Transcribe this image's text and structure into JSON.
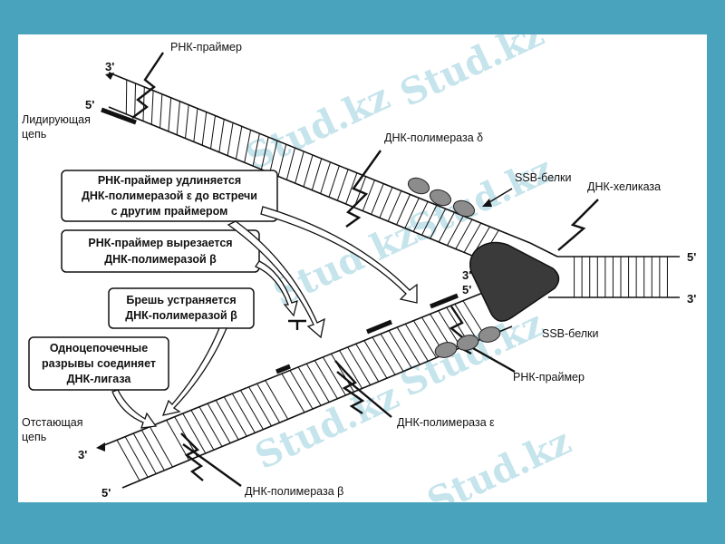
{
  "labels": {
    "rna_primer_top": "РНК-праймер",
    "leading_1": "Лидирующая",
    "leading_2": "цепь",
    "pol_delta": "ДНК-полимераза δ",
    "ssb_top": "SSB-белки",
    "helicase": "ДНК-хеликаза",
    "ssb_bottom": "SSB-белки",
    "rna_primer_bottom": "РНК-праймер",
    "pol_eps": "ДНК-полимераза ε",
    "pol_beta": "ДНК-полимераза β",
    "lagging_1": "Отстающая",
    "lagging_2": "цепь"
  },
  "ends": {
    "top_left_3": "3'",
    "top_left_5": "5'",
    "right_5": "5'",
    "right_3": "3'",
    "fork_3": "3'",
    "fork_5": "5'",
    "bottom_left_3": "3'",
    "bottom_left_5": "5'"
  },
  "callouts": {
    "primer_extended": [
      "РНК-праймер удлиняется",
      "ДНК-полимеразой ε до встречи",
      "с другим праймером"
    ],
    "primer_excised": [
      "РНК-праймер вырезается",
      "ДНК-полимеразой β"
    ],
    "gap_filled": [
      "Брешь устраняется",
      "ДНК-полимеразой β"
    ],
    "ligase": [
      "Одноцепочечные",
      "разрывы соединяет",
      "ДНК-лигаза"
    ]
  },
  "watermark": "Stud.kz"
}
